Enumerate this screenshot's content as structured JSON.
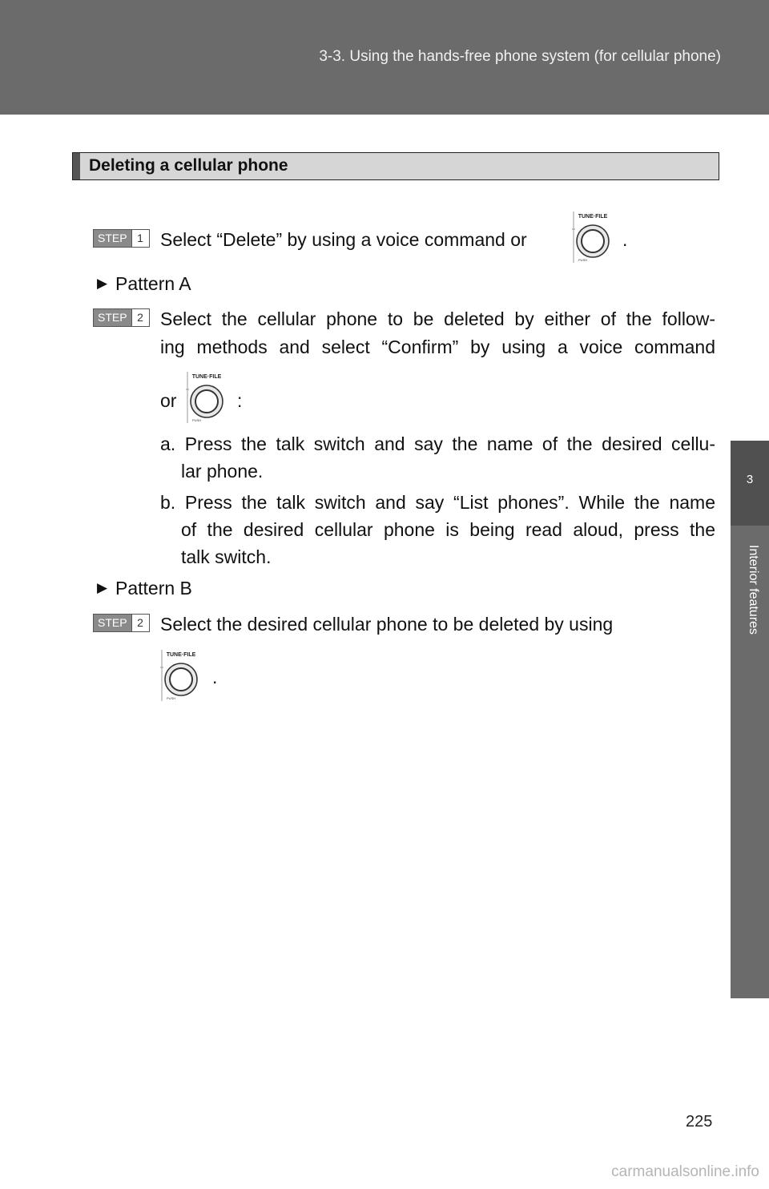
{
  "header": {
    "title": "3-3. Using the hands-free phone system (for cellular phone)"
  },
  "side_tab": {
    "number": "3",
    "label": "Interior features"
  },
  "section": {
    "heading": "Deleting a cellular phone"
  },
  "step1": {
    "badge_label": "STEP",
    "badge_num": "1",
    "text": "Select “Delete” by using a voice command or",
    "after": "."
  },
  "knob": {
    "title": "TUNE·FILE",
    "push": "PUSH"
  },
  "pattern_a": {
    "label": "Pattern A"
  },
  "step2a": {
    "badge_label": "STEP",
    "badge_num": "2",
    "line1": "Select the cellular phone to be deleted by either of the follow-",
    "line2": "ing methods and select “Confirm” by using a voice command",
    "or": "or",
    "colon": ":",
    "item_a_line1": "a. Press the talk switch and say the name of the desired cellu-",
    "item_a_line2": "lar phone.",
    "item_b_line1": "b. Press the talk switch and say “List phones”. While the name",
    "item_b_line2": "of the desired cellular phone is being read aloud, press the",
    "item_b_line3": "talk switch."
  },
  "pattern_b": {
    "label": "Pattern B"
  },
  "step2b": {
    "badge_label": "STEP",
    "badge_num": "2",
    "line1": "Select the desired cellular phone to be deleted by using",
    "after": "."
  },
  "footer": {
    "page_number": "225",
    "watermark": "carmanualsonline.info"
  }
}
